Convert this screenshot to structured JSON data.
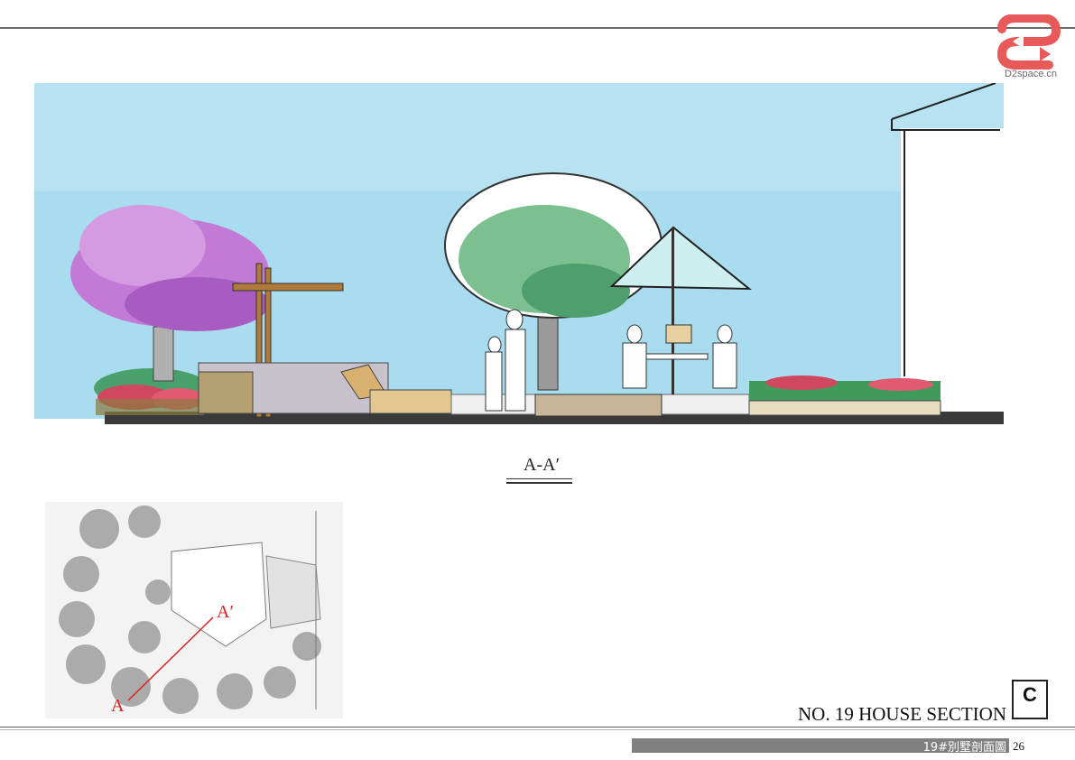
{
  "header": {
    "logo_text": "D2space.cn"
  },
  "section": {
    "title": "A-A′"
  },
  "key_plan": {
    "marker_start": "A",
    "marker_end": "A′"
  },
  "sheet": {
    "house_title": "NO. 19 HOUSE SECTION",
    "sheet_letter": "C"
  },
  "footer": {
    "label": "19#別墅剖面圖",
    "page": "26"
  },
  "colors": {
    "sky": "#a9dcee",
    "purple_tree": "#c27ad6",
    "green_tree": "#7cc090",
    "ground": "#3a3a3a",
    "marker_red": "#e02020",
    "logo_red": "#e85a5a"
  }
}
